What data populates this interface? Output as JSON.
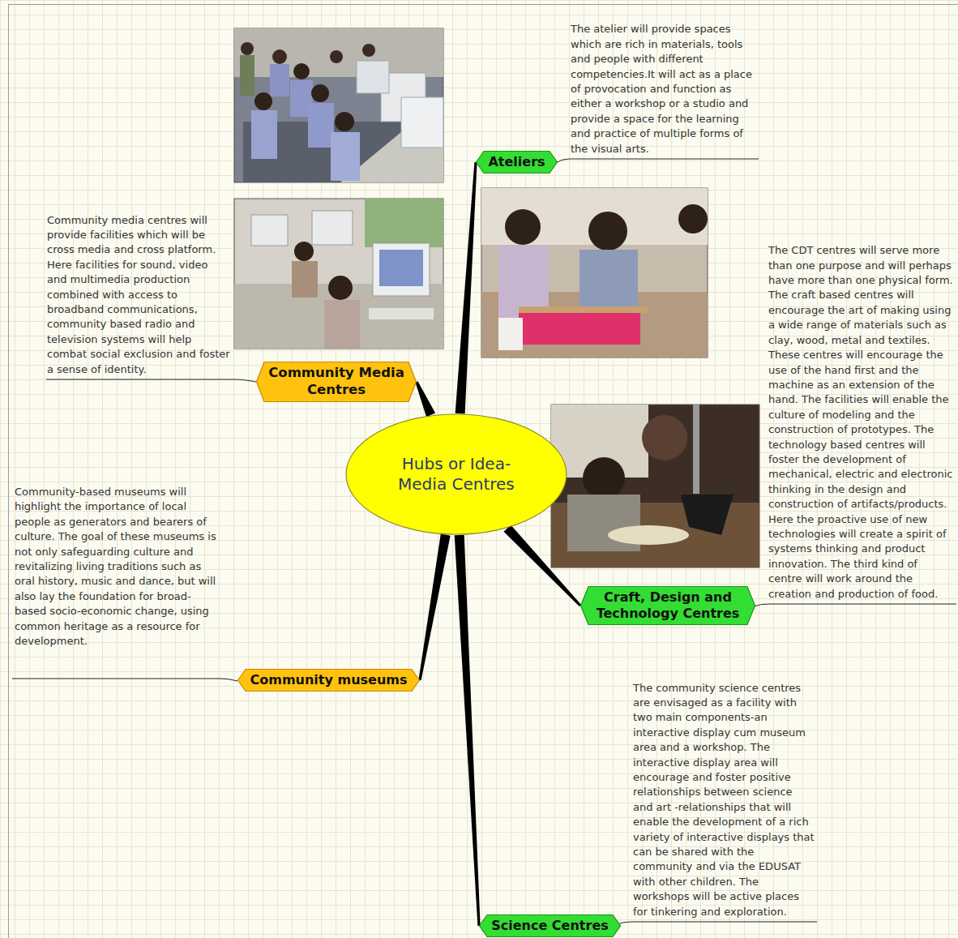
{
  "diagram": {
    "nodes": [
      {
        "text": [
          "Ateliers"
        ]
      },
      {
        "text": [
          "Community Media Centres"
        ]
      },
      {
        "text": [
          "Hubs or Idea-Media Centres"
        ]
      },
      {
        "text": [
          "Craft, Design and Technology Centres"
        ]
      },
      {
        "text": [
          "Community museums"
        ]
      },
      {
        "text": [
          "Science Centres"
        ]
      }
    ],
    "edges": [
      {
        "from": 2,
        "to": 0,
        "arrow": "none"
      },
      {
        "from": 2,
        "to": 1,
        "arrow": "none"
      },
      {
        "from": 2,
        "to": 3,
        "arrow": "none"
      },
      {
        "from": 2,
        "to": 4,
        "arrow": "none"
      },
      {
        "from": 2,
        "to": 5,
        "arrow": "none"
      }
    ],
    "labels": [
      "The atelier will provide spaces which are rich in materials, tools and people with different competencies.It will act as a place of provocation and function as either a workshop or a studio and provide a space for the learning and practice of multiple forms of the visual arts.",
      "Community media centres will provide facilities which will be cross media and cross platform. Here facilities for sound, video and multimedia production combined with access to broadband communications, community based radio and television systems will help combat social exclusion and foster a sense of identity.",
      "The CDT centres will serve more than one purpose and will perhaps have more than one physical form. The craft based centres will encourage the art of making using a wide range of materials such as clay, wood, metal and textiles. These centres will encourage the use of the hand first and the machine as an extension of the hand. The facilities will enable the culture of modeling and the construction of prototypes. The technology based centres will foster the development of mechanical, electric and electronic thinking in the design and construction of artifacts/products. Here the proactive use of new technologies will create a spirit of systems thinking and product innovation. The third kind of centre will work around the creation and production of food.",
      "Community-based museums will highlight the importance of local people as generators and bearers of culture. The goal of these museums is not only safeguarding culture and revitalizing living traditions such as oral history, music and dance, but will also lay the foundation for broad-based socio-economic change, using common heritage as a resource for development.",
      "The community science centres are envisaged as a facility with two main components-an interactive display cum museum area and a workshop. The interactive display area will encourage and foster positive relationships between science and art -relationships that will enable the development of a rich variety of interactive displays that can be shared with the community and via the EDUSAT with other children. The workshops will be active places for tinkering and exploration."
    ]
  }
}
